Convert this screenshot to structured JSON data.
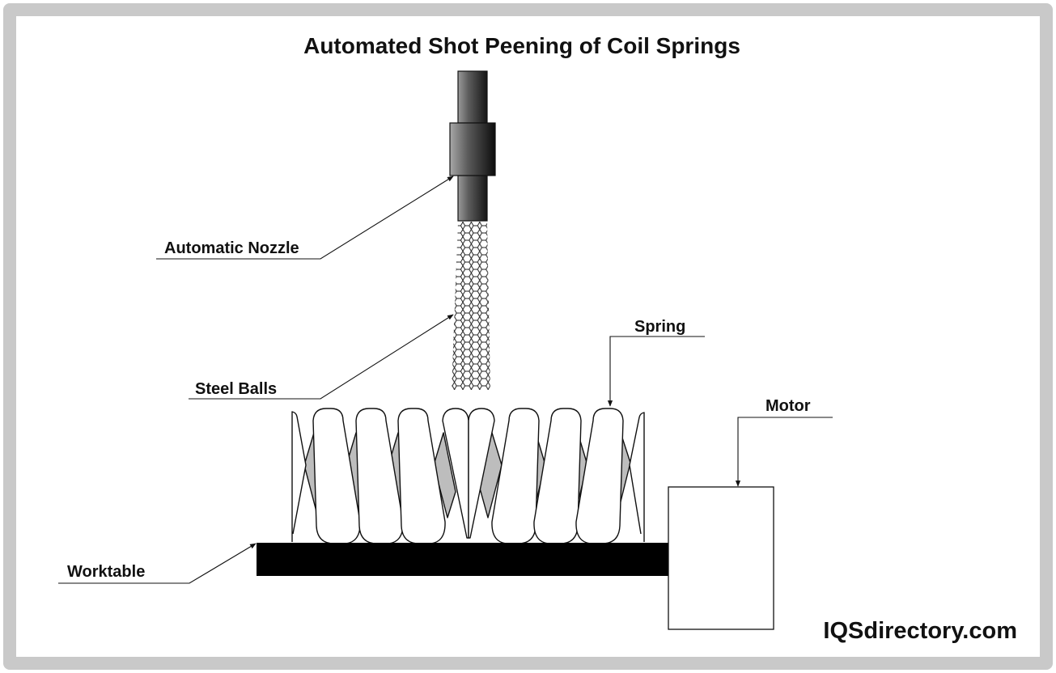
{
  "title": "Automated Shot Peening of Coil Springs",
  "labels": {
    "nozzle": "Automatic Nozzle",
    "steel_balls": "Steel Balls",
    "spring": "Spring",
    "motor": "Motor",
    "worktable": "Worktable"
  },
  "brand": "IQSdirectory.com",
  "colors": {
    "frame": "#c9c9c9",
    "nozzle_dark": "#1a1a1a",
    "nozzle_light": "#8a8a8a",
    "spring_shade": "#bdbdbd",
    "worktable": "#000000"
  }
}
